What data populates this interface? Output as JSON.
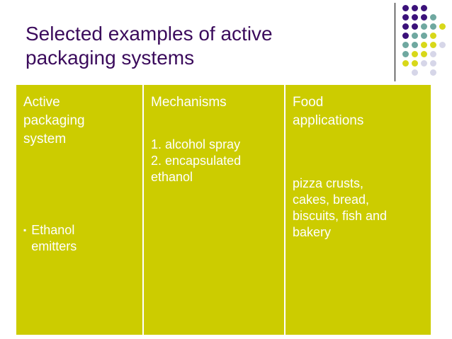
{
  "slide": {
    "title": "Selected examples of active\npackaging systems",
    "title_color": "#3B0B5C",
    "background_color": "#FFFFFF"
  },
  "decoration": {
    "rule_color": "#000000",
    "dot_colors": {
      "purple": "#3B117A",
      "teal": "#6FA8A0",
      "yellow": "#D8D81A",
      "lavender": "#D6D6E8"
    },
    "dot_grid": [
      [
        "purple",
        "purple",
        "purple",
        null,
        null
      ],
      [
        "purple",
        "purple",
        "purple",
        "teal",
        null
      ],
      [
        "purple",
        "purple",
        "teal",
        "teal",
        "yellow"
      ],
      [
        "purple",
        "teal",
        "teal",
        "yellow",
        null
      ],
      [
        "teal",
        "teal",
        "yellow",
        "yellow",
        "lavender"
      ],
      [
        "teal",
        "yellow",
        "yellow",
        "lavender",
        null
      ],
      [
        "yellow",
        "yellow",
        "lavender",
        "lavender",
        null
      ],
      [
        null,
        "lavender",
        null,
        "lavender",
        null
      ]
    ]
  },
  "table": {
    "background_color": "#CCCC00",
    "text_color": "#FFFFFF",
    "divider_color": "#FFFFFF",
    "headers": [
      "Active\npackaging\nsystem",
      "Mechanisms",
      "Food\napplications"
    ],
    "rows": [
      {
        "system_bullet": "▪",
        "system": "Ethanol\nemitters",
        "mechanisms": "1. alcohol spray\n2. encapsulated\nethanol",
        "applications": "pizza crusts,\ncakes, bread,\nbiscuits, fish and\nbakery"
      }
    ]
  }
}
